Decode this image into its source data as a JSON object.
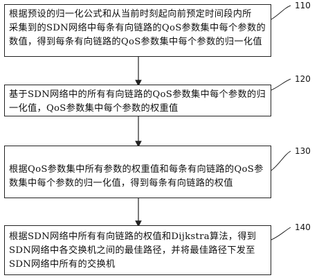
{
  "steps": [
    {
      "id": "110",
      "lines": [
        "根据预设的归一化公式和从当前时刻起向前预定时间段内所",
        "采集到的SDN网络中每条有向链路的QoS参数集中每个参数的",
        "数值，得到每条有向链路的QoS参数集中每个参数的归一化值"
      ]
    },
    {
      "id": "120",
      "lines": [
        "基于SDN网络中的所有有向链路的QoS参数集中每个参数的归",
        "一化值，QoS参数集中每个参数的权重值"
      ]
    },
    {
      "id": "130",
      "lines": [
        "根据QoS参数集中所有参数的权重值和每条有向链路的QoS参",
        "数集中每个参数的归一化值，得到每条有向链路的权值"
      ]
    },
    {
      "id": "140",
      "lines": [
        "根据SDN网络中所有有向链路的权值和Dijkstra算法，得到",
        "SDN网络中各交换机之间的最佳路径，并将最佳路径下发至",
        "SDN网络中所有的交换机"
      ]
    }
  ]
}
